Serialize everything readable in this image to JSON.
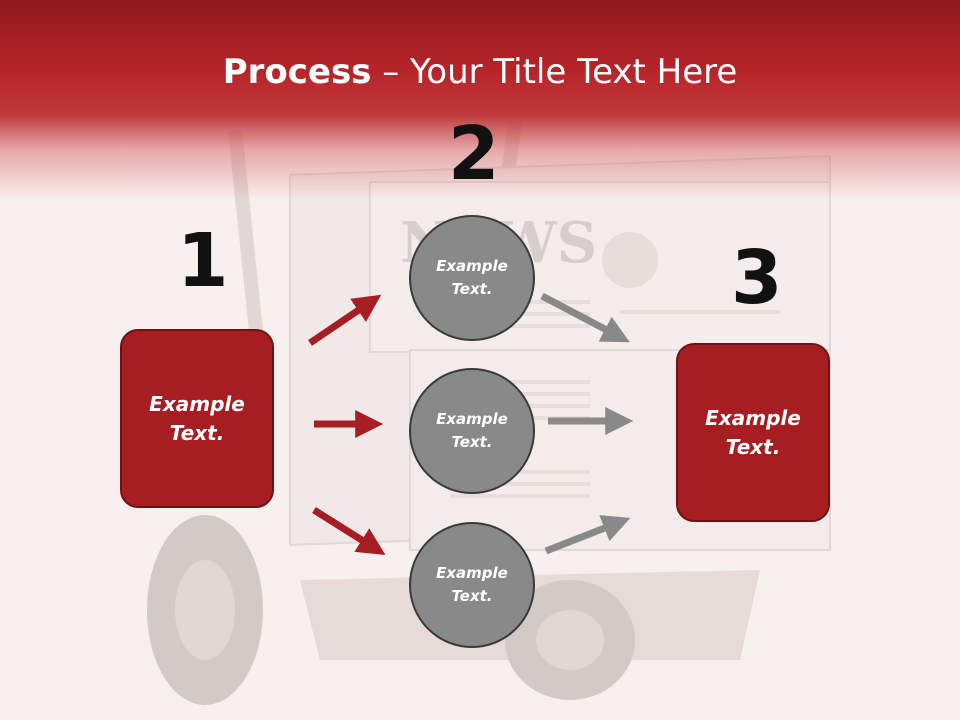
{
  "title": {
    "bold": "Process",
    "rest": " – Your Title Text Here"
  },
  "steps": {
    "one": "1",
    "two": "2",
    "three": "3"
  },
  "left_box": {
    "line1": "Example",
    "line2": "Text."
  },
  "right_box": {
    "line1": "Example",
    "line2": "Text."
  },
  "circles": [
    {
      "line1": "Example",
      "line2": "Text."
    },
    {
      "line1": "Example",
      "line2": "Text."
    },
    {
      "line1": "Example",
      "line2": "Text."
    }
  ],
  "colors": {
    "red": "#a61e22",
    "arrow_red": "#a61e22",
    "arrow_gray": "#8a8989",
    "circle_gray": "#8a8989"
  }
}
